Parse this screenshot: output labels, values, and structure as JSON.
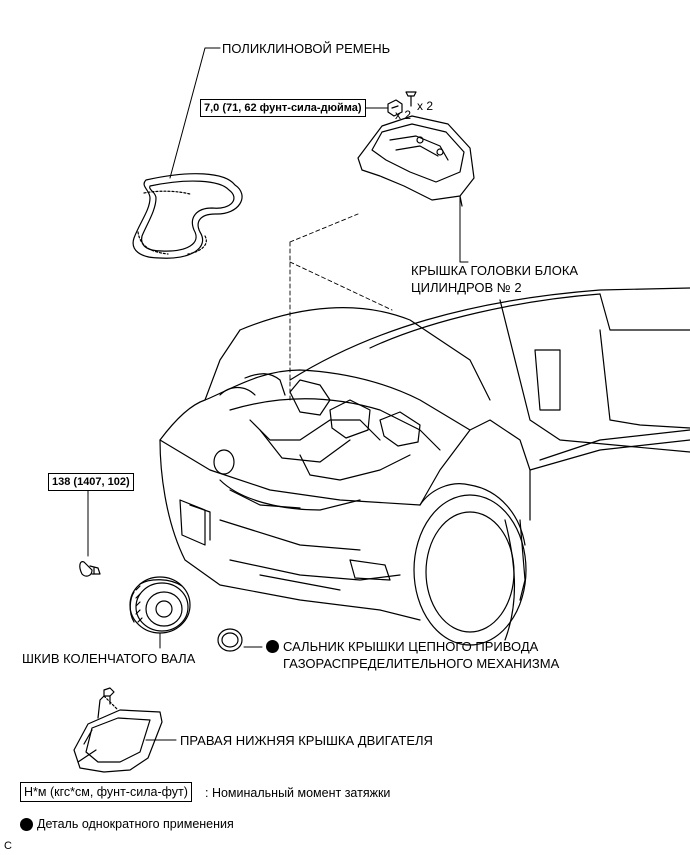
{
  "labels": {
    "belt": "ПОЛИКЛИНОВОЙ РЕМЕНЬ",
    "cover_line1": "КРЫШКА ГОЛОВКИ БЛОКА",
    "cover_line2": "ЦИЛИНДРОВ № 2",
    "pulley": "ШКИВ КОЛЕНЧАТОГО ВАЛА",
    "seal_line1": "САЛЬНИК КРЫШКИ ЦЕПНОГО ПРИВОДА",
    "seal_line2": "ГАЗОРАСПРЕДЕЛИТЕЛЬНОГО МЕХАНИЗМА",
    "under_cover": "ПРАВАЯ НИЖНЯЯ КРЫШКА ДВИГАТЕЛЯ"
  },
  "torques": {
    "cover_nut": "7,0 (71, 62 фунт-сила-дюйма)",
    "pulley_bolt": "138 (1407, 102)"
  },
  "quantities": {
    "nut": "x 2",
    "clip": "x 2"
  },
  "legend": {
    "unit_box": "Н*м (кгс*см, фунт-сила-фут)",
    "unit_desc": ": Номинальный момент затяжки",
    "non_reusable": "Деталь однократного применения"
  },
  "footer": {
    "code": "C"
  }
}
